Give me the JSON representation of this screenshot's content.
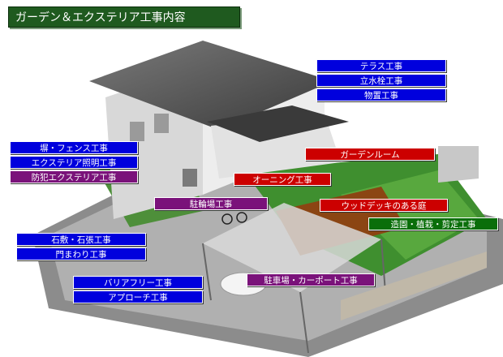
{
  "title": "ガーデン＆エクステリア工事内容",
  "labels": [
    {
      "id": "terrace",
      "text": "テラス工事"
    },
    {
      "id": "faucet",
      "text": "立水栓工事"
    },
    {
      "id": "shed",
      "text": "物置工事"
    },
    {
      "id": "fence",
      "text": "塀・フェンス工事"
    },
    {
      "id": "lighting",
      "text": "エクステリア照明工事"
    },
    {
      "id": "security",
      "text": "防犯エクステリア工事"
    },
    {
      "id": "garden-room",
      "text": "ガーデンルーム"
    },
    {
      "id": "awning",
      "text": "オーニング工事"
    },
    {
      "id": "bicycle",
      "text": "駐輪場工事"
    },
    {
      "id": "wood-deck",
      "text": "ウッドデッキのある庭"
    },
    {
      "id": "landscaping",
      "text": "造園・植栽・剪定工事"
    },
    {
      "id": "stone",
      "text": "石敷・石張工事"
    },
    {
      "id": "gate",
      "text": "門まわり工事"
    },
    {
      "id": "carport",
      "text": "駐車場・カーポート工事"
    },
    {
      "id": "barrier-free",
      "text": "バリアフリー工事"
    },
    {
      "id": "approach",
      "text": "アプローチ工事"
    }
  ],
  "colors": {
    "blue": "#0000dd",
    "red": "#cc0000",
    "purple": "#7a127a",
    "green": "#0a6e0a",
    "title_bg": "#1f5a1f"
  }
}
